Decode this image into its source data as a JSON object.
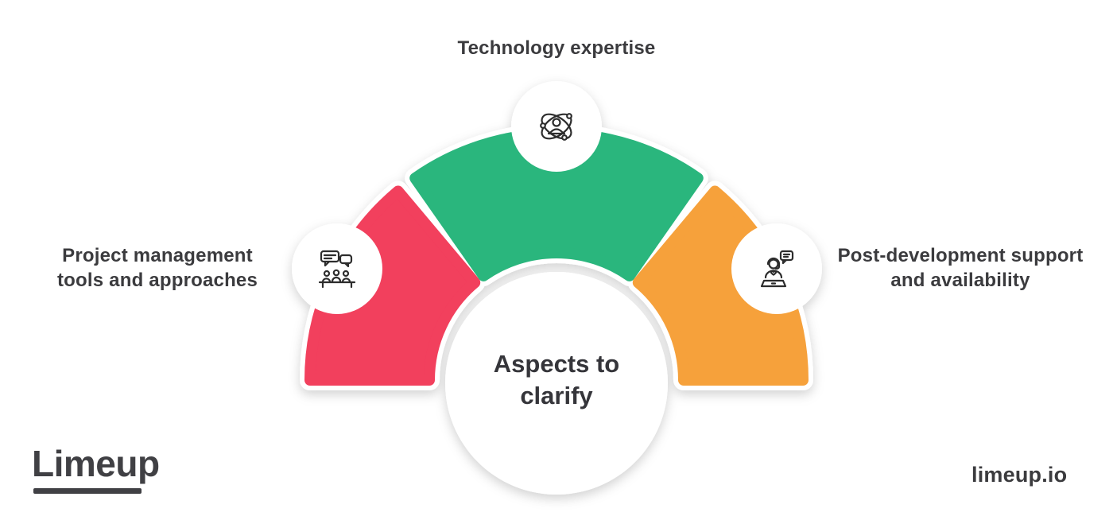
{
  "center_circle": {
    "line1": "Aspects to",
    "line2": "clarify"
  },
  "segments": [
    {
      "name": "project-management",
      "color": "#F23F5D",
      "icon": "team-discussion-icon",
      "label_lines": [
        "Project management",
        "tools and approaches"
      ]
    },
    {
      "name": "technology-expertise",
      "color": "#2BB67D",
      "icon": "technology-atom-icon",
      "label_lines": [
        "Technology expertise"
      ]
    },
    {
      "name": "post-development-support",
      "color": "#F6A13B",
      "icon": "support-agent-icon",
      "label_lines": [
        "Post-development support",
        "and availability"
      ]
    }
  ],
  "footer": {
    "logo_text": "Limeup",
    "website": "limeup.io"
  },
  "colors": {
    "red": "#F23F5D",
    "green": "#2BB67D",
    "orange": "#F6A13B",
    "text": "#3B3B3E",
    "icon_line": "#2D2D2D",
    "background": "#FFFFFF"
  }
}
